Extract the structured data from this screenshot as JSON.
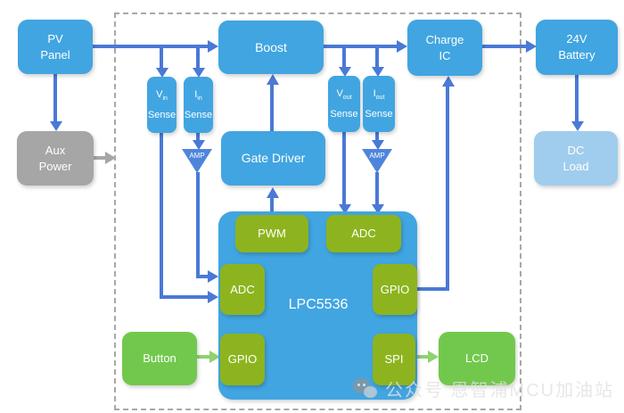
{
  "blocks": {
    "pv_panel": {
      "l1": "PV",
      "l2": "Panel"
    },
    "aux_power": {
      "l1": "Aux",
      "l2": "Power"
    },
    "boost": {
      "label": "Boost"
    },
    "vin_sense": {
      "sym": "V",
      "sub": "in",
      "word": "Sense"
    },
    "iin_sense": {
      "sym": "I",
      "sub": "in",
      "word": "Sense"
    },
    "vout_sense": {
      "sym": "V",
      "sub": "out",
      "word": "Sense"
    },
    "iout_sense": {
      "sym": "I",
      "sub": "out",
      "word": "Sense"
    },
    "amp_left": {
      "label": "AMP"
    },
    "amp_right": {
      "label": "AMP"
    },
    "gate_driver": {
      "label": "Gate Driver"
    },
    "charge_ic": {
      "l1": "Charge",
      "l2": "IC"
    },
    "battery": {
      "l1": "24V",
      "l2": "Battery"
    },
    "dc_load": {
      "l1": "DC",
      "l2": "Load"
    },
    "mcu": {
      "label": "LPC5536",
      "pwm": "PWM",
      "adc_top": "ADC",
      "adc_left": "ADC",
      "gpio_right": "GPIO",
      "gpio_left": "GPIO",
      "spi": "SPI"
    },
    "button": {
      "label": "Button"
    },
    "lcd": {
      "label": "LCD"
    }
  },
  "watermark": {
    "icon": "wechat-icon",
    "text": "公众号 恩智浦MCU加油站"
  },
  "colors": {
    "box_blue": "#41a5e1",
    "box_blue_light": "#a0cdee",
    "box_gray": "#a6a6a6",
    "green_module": "#8db41e",
    "green_peripheral": "#72c84c",
    "arrow_blue": "#4a79d6",
    "amp_blue": "#4e85dc",
    "arrow_green": "#8fd26f",
    "arrow_gray": "#a6a6a6",
    "boundary_gray": "#a8a8a8",
    "watermark_gray": "#e2e2e2"
  }
}
